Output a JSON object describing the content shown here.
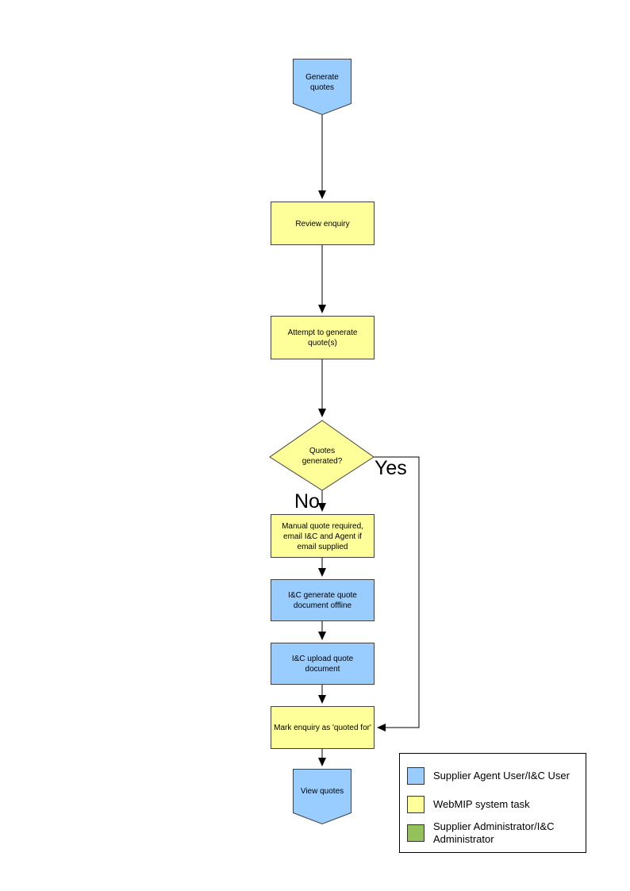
{
  "diagram": {
    "nodes": [
      {
        "id": "generate-quotes",
        "shape": "pentagon",
        "label": "Generate quotes",
        "fill": "#99CCFF"
      },
      {
        "id": "review-enquiry",
        "shape": "rect",
        "label": "Review enquiry",
        "fill": "#FFFF99"
      },
      {
        "id": "attempt-generate",
        "shape": "rect",
        "label": "Attempt to generate quote(s)",
        "fill": "#FFFF99"
      },
      {
        "id": "quotes-generated",
        "shape": "diamond",
        "label": "Quotes generated?",
        "fill": "#FFFF99"
      },
      {
        "id": "manual-quote",
        "shape": "rect",
        "label": "Manual quote required, email I&C and Agent if email supplied",
        "fill": "#FFFF99"
      },
      {
        "id": "generate-offline",
        "shape": "rect",
        "label": "I&C generate quote document offline",
        "fill": "#99CCFF"
      },
      {
        "id": "upload-quote",
        "shape": "rect",
        "label": "I&C upload quote document",
        "fill": "#99CCFF"
      },
      {
        "id": "mark-quoted",
        "shape": "rect",
        "label": "Mark enquiry as 'quoted for'",
        "fill": "#FFFF99"
      },
      {
        "id": "view-quotes",
        "shape": "pentagon",
        "label": "View quotes",
        "fill": "#99CCFF"
      }
    ],
    "edges": [
      {
        "from": "generate-quotes",
        "to": "review-enquiry",
        "label": ""
      },
      {
        "from": "review-enquiry",
        "to": "attempt-generate",
        "label": ""
      },
      {
        "from": "attempt-generate",
        "to": "quotes-generated",
        "label": ""
      },
      {
        "from": "quotes-generated",
        "to": "manual-quote",
        "label": "No"
      },
      {
        "from": "manual-quote",
        "to": "generate-offline",
        "label": ""
      },
      {
        "from": "generate-offline",
        "to": "upload-quote",
        "label": ""
      },
      {
        "from": "upload-quote",
        "to": "mark-quoted",
        "label": ""
      },
      {
        "from": "mark-quoted",
        "to": "view-quotes",
        "label": ""
      },
      {
        "from": "quotes-generated",
        "to": "mark-quoted",
        "label": "Yes"
      }
    ]
  },
  "legend": {
    "items": [
      {
        "label": "Supplier Agent User/I&C User",
        "color": "#99CCFF"
      },
      {
        "label": "WebMIP system task",
        "color": "#FFFF99"
      },
      {
        "label": "Supplier Administrator/I&C Administrator",
        "color": "#94C159"
      }
    ]
  },
  "colors": {
    "background": "#FFFFFF",
    "shape_border": "#404040",
    "connector": "#000000"
  }
}
